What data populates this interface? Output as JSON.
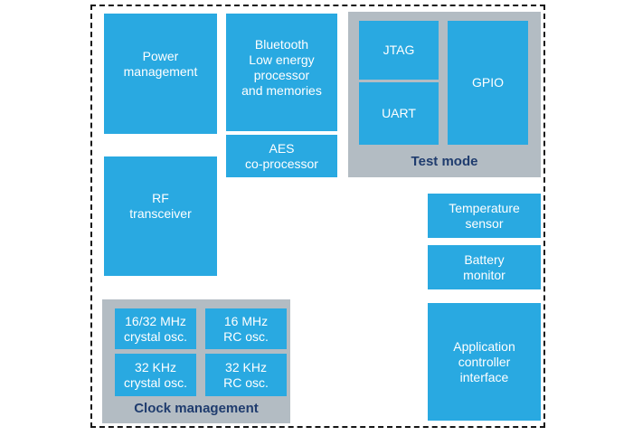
{
  "colors": {
    "block_blue": "#29A9E1",
    "container_gray": "#B3BCC3",
    "label_navy": "#1F3C6E",
    "block_text": "#FFFFFF",
    "border_black": "#161616",
    "page_bg": "#FFFFFF"
  },
  "blocks": {
    "power_management": {
      "label": "Power\nmanagement"
    },
    "bluetooth_processor": {
      "label": "Bluetooth\nLow energy\nprocessor\nand memories"
    },
    "aes_coprocessor": {
      "label": "AES\nco-processor"
    },
    "rf_transceiver": {
      "label": "RF\ntransceiver"
    },
    "temperature_sensor": {
      "label": "Temperature\nsensor"
    },
    "battery_monitor": {
      "label": "Battery\nmonitor"
    },
    "application_controller_interface": {
      "label": "Application\ncontroller\ninterface"
    }
  },
  "test_mode": {
    "label": "Test mode",
    "blocks": {
      "jtag": {
        "label": "JTAG"
      },
      "uart": {
        "label": "UART"
      },
      "gpio": {
        "label": "GPIO"
      }
    }
  },
  "clock_management": {
    "label": "Clock management",
    "blocks": {
      "crystal_16_32_mhz": {
        "label": "16/32 MHz\ncrystal osc."
      },
      "rc_16_mhz": {
        "label": "16 MHz\nRC osc."
      },
      "crystal_32_khz": {
        "label": "32 KHz\ncrystal osc."
      },
      "rc_32_khz": {
        "label": "32 KHz\nRC osc."
      }
    }
  }
}
